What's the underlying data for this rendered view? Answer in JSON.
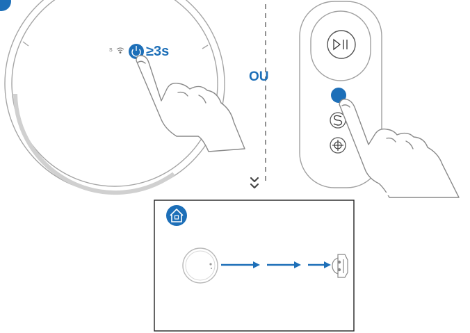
{
  "robot_panel": {
    "hold_duration": "≥3s",
    "status_letter": "S"
  },
  "separator": {
    "or_label": "OU"
  },
  "colors": {
    "accent": "#1d6fb8",
    "outline": "#9a9a9a",
    "frame": "#222222"
  },
  "icons": {
    "power": "power-icon",
    "wifi": "wifi-icon",
    "play_pause": "play-pause-icon",
    "spot": "spot-clean-icon",
    "locate": "locate-icon",
    "home": "home-icon",
    "down": "double-chevron-down-icon"
  }
}
